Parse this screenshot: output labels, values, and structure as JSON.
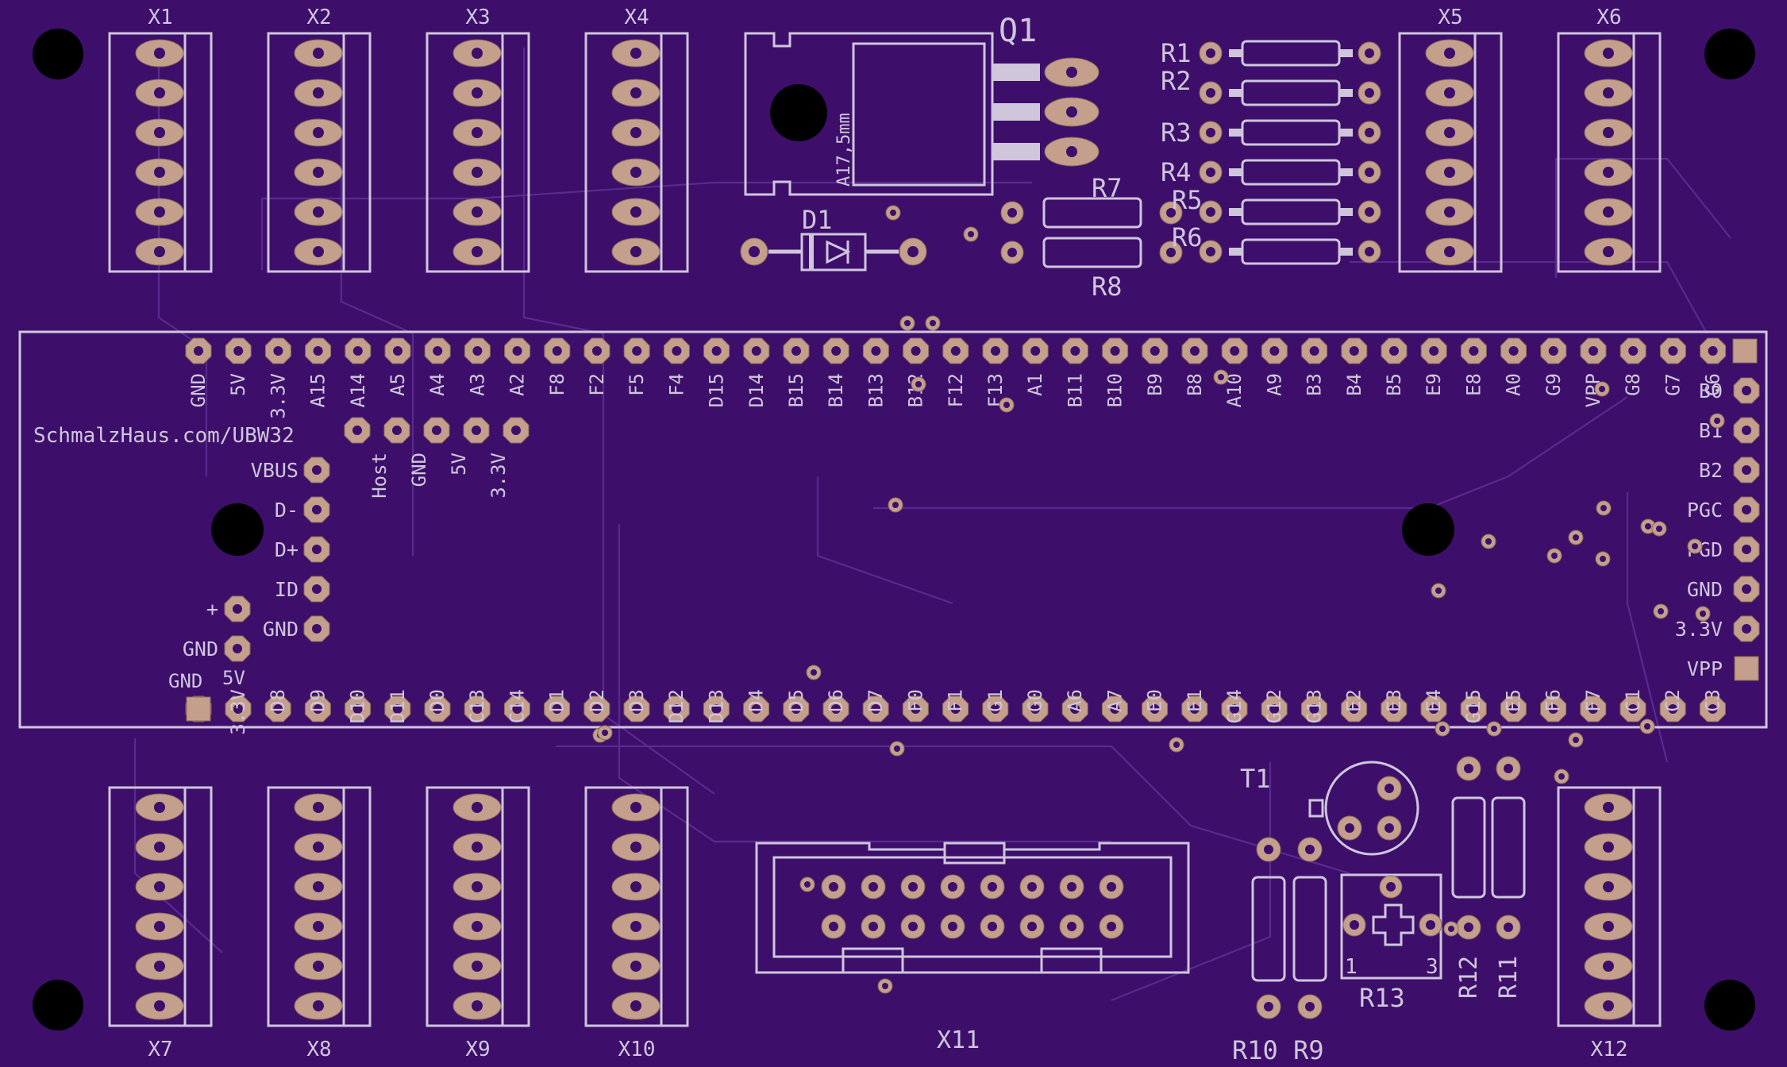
{
  "board": {
    "background": "#3d0f6b",
    "silkscreen_color": "#cfc6dc",
    "pad_color": "#c39f8c"
  },
  "connectors_top": [
    {
      "label": "X1"
    },
    {
      "label": "X2"
    },
    {
      "label": "X3"
    },
    {
      "label": "X4"
    },
    {
      "label": "X5"
    },
    {
      "label": "X6"
    }
  ],
  "connectors_bottom": [
    {
      "label": "X7"
    },
    {
      "label": "X8"
    },
    {
      "label": "X9"
    },
    {
      "label": "X10"
    },
    {
      "label": "X12"
    }
  ],
  "components": {
    "q1": "Q1",
    "q1_hole": "A17,5mm",
    "d1": "D1",
    "r1": "R1",
    "r2": "R2",
    "r3": "R3",
    "r4": "R4",
    "r5": "R5",
    "r6": "R6",
    "r7": "R7",
    "r8": "R8",
    "x11": "X11",
    "t1": "T1",
    "r10_r9": "R10 R9",
    "r11": "R11",
    "r12": "R12",
    "r13": "R13",
    "r13_pin1": "1",
    "r13_pin3": "3"
  },
  "module": {
    "url": "SchmalzHaus.com/UBW32",
    "top_pins": [
      "GND",
      "5V",
      "3.3V",
      "A15",
      "A14",
      "A5",
      "A4",
      "A3",
      "A2",
      "F8",
      "F2",
      "F5",
      "F4",
      "D15",
      "D14",
      "B15",
      "B14",
      "B13",
      "B12",
      "F12",
      "F13",
      "A1",
      "B11",
      "B10",
      "B9",
      "B8",
      "A10",
      "A9",
      "B3",
      "B4",
      "B5",
      "E9",
      "E8",
      "A0",
      "G9",
      "VPP",
      "G8",
      "G7",
      "G6"
    ],
    "bottom_pins": [
      "3.3V",
      "D8",
      "D9",
      "D10",
      "D11",
      "D0",
      "C13",
      "C14",
      "D1",
      "D2",
      "D3",
      "D12",
      "D13",
      "D4",
      "D5",
      "D6",
      "D7",
      "F0",
      "F1",
      "G1",
      "G0",
      "A6",
      "A7",
      "E0",
      "E1",
      "G14",
      "G12",
      "G13",
      "E2",
      "E3",
      "E4",
      "G15",
      "E5",
      "F6",
      "F7",
      "C1",
      "C2",
      "C3"
    ],
    "bottom_left": [
      "GND",
      "5V"
    ],
    "power_row": [
      "Host",
      "GND",
      "5V",
      "3.3V"
    ],
    "usb_pins": [
      "VBUS",
      "D-",
      "D+",
      "ID",
      "GND"
    ],
    "batt_pins": [
      "+",
      "GND"
    ],
    "right_pins": [
      "B0",
      "B1",
      "B2",
      "PGC",
      "PGD",
      "GND",
      "3.3V",
      "VPP"
    ]
  }
}
